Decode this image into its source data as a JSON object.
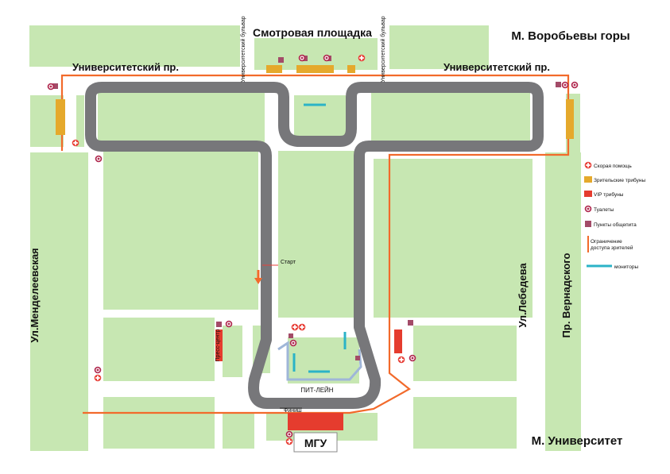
{
  "labels": {
    "top_center": "Смотровая площадка",
    "metro_top": "М. Воробьевы горы",
    "metro_bottom": "М. Университет",
    "univ_left": "Университетский пр.",
    "univ_right": "Университетский пр.",
    "boulevard_left": "Университетский бульвар",
    "boulevard_right": "Университетский бульвар",
    "mendeleev": "Ул.Менделеевская",
    "lebedev": "Ул.Лебедева",
    "vernadsky": "Пр. Вернадского",
    "start": "Старт",
    "finish": "Финиш",
    "pitlane": "ПИТ-ЛЕЙН",
    "press": "Пресс-центр",
    "mgu": "МГУ"
  },
  "legend": [
    {
      "key": "medical",
      "label": "Скорая помощь",
      "icon": "medical-cross-icon"
    },
    {
      "key": "stands",
      "label": "Зрительские трибуны",
      "icon": "stands-icon"
    },
    {
      "key": "vip",
      "label": "VIP трибуны",
      "icon": "vip-stands-icon"
    },
    {
      "key": "toilets",
      "label": "Туалеты",
      "icon": "toilet-icon"
    },
    {
      "key": "catering",
      "label": "Пункты общепита",
      "icon": "catering-icon"
    },
    {
      "key": "restriction",
      "label": "Ограничение доступа зрителей",
      "icon": "restriction-line-icon"
    },
    {
      "key": "monitors",
      "label": "мониторы",
      "icon": "monitor-icon"
    }
  ],
  "colors": {
    "green": "#c7e7b2",
    "road": "#ffffff",
    "track": "#77777a",
    "restriction": "#f26a2b",
    "medical": "#e8423a",
    "stands": "#e5a92c",
    "vip": "#e53c2e",
    "toilet": "#b0294f",
    "catering": "#a34b68",
    "monitor": "#2bb3c7"
  }
}
